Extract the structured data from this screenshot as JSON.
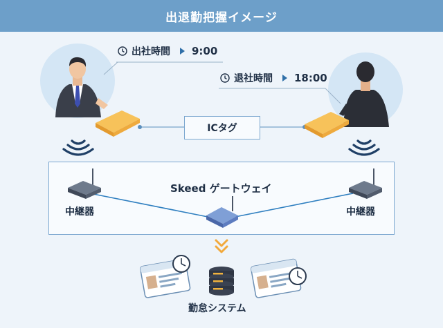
{
  "header": {
    "title": "出退勤把握イメージ"
  },
  "clock_in": {
    "label": "出社時間",
    "time": "9:00"
  },
  "clock_out": {
    "label": "退社時間",
    "time": "18:00"
  },
  "ic_tag": {
    "label": "ICタグ"
  },
  "gateway": {
    "label": "Skeed ゲートウェイ"
  },
  "repeaters": {
    "left_label": "中継器",
    "right_label": "中継器"
  },
  "system": {
    "label": "勤怠システム"
  },
  "colors": {
    "header": "#6d9fc9",
    "line": "#2f7fc0",
    "tag": "#f5b445",
    "arrow": "#f2a93b",
    "circle": "#d4e6f5"
  }
}
